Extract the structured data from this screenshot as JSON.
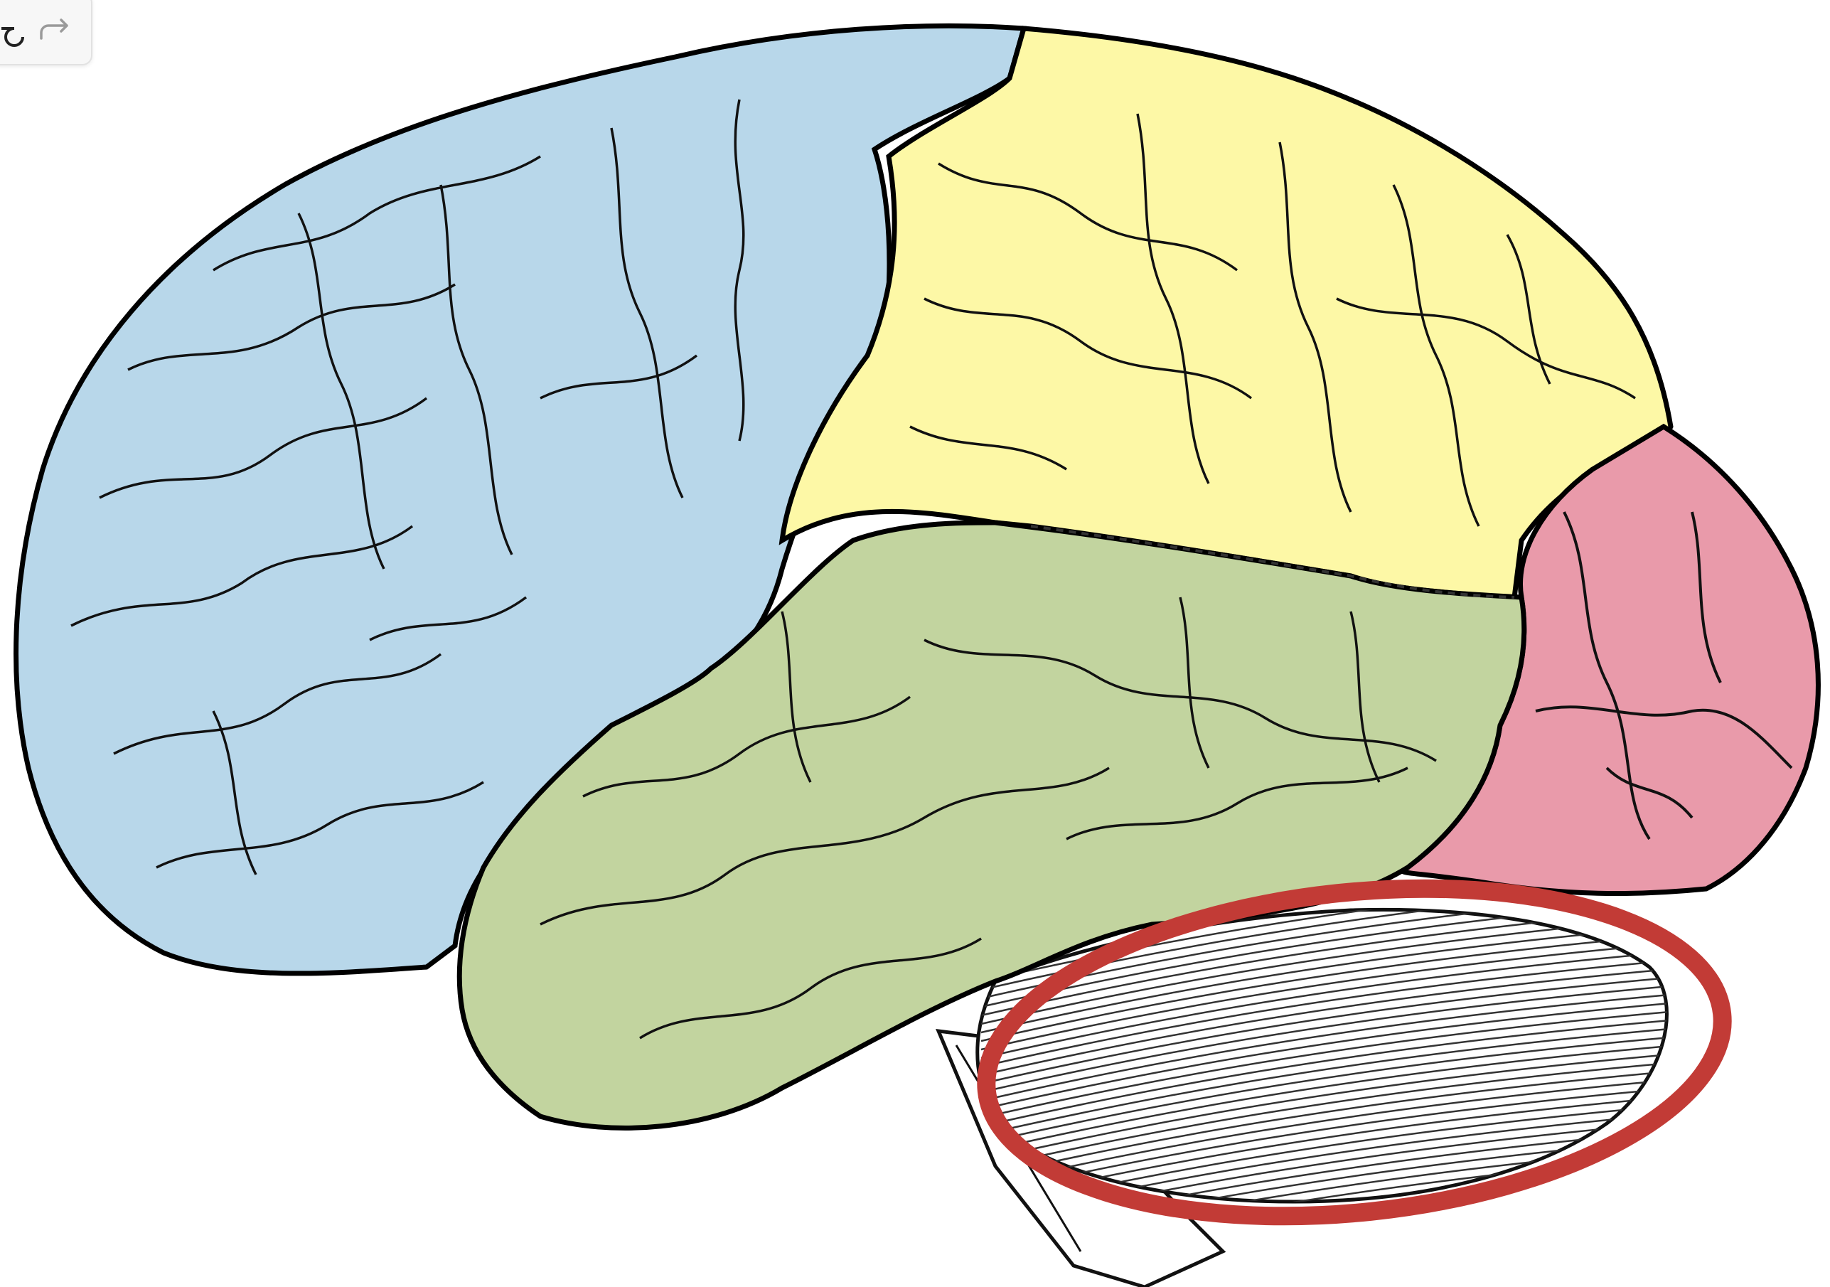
{
  "toolbar": {
    "undo_icon": "undo-icon",
    "redo_icon": "redo-icon"
  },
  "diagram": {
    "subject": "brain-lateral-view",
    "regions": [
      {
        "id": "frontal-lobe",
        "color": "#b8d7ea"
      },
      {
        "id": "parietal-lobe",
        "color": "#fdf8a6"
      },
      {
        "id": "temporal-lobe",
        "color": "#c2d49f"
      },
      {
        "id": "occipital-lobe",
        "color": "#e99aaa"
      },
      {
        "id": "cerebellum",
        "color": "#ffffff"
      },
      {
        "id": "brain-stem",
        "color": "#ffffff"
      }
    ],
    "highlight": {
      "target": "cerebellum",
      "shape": "ellipse",
      "color": "#c23b36"
    }
  }
}
